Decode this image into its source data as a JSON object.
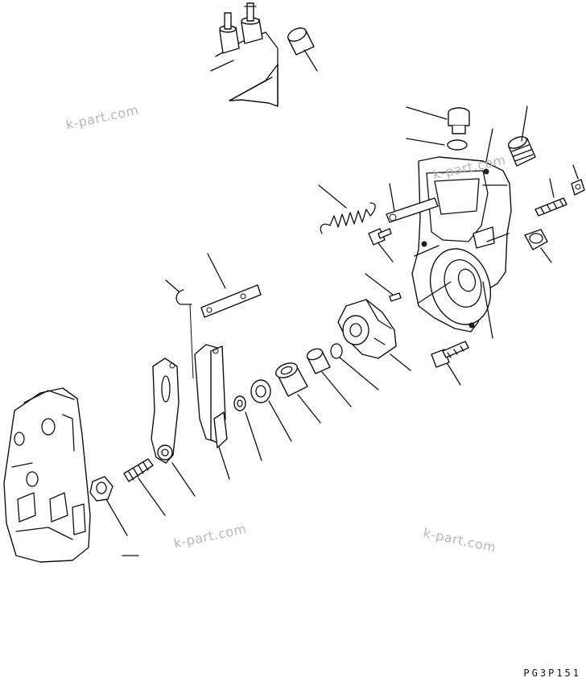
{
  "drawing": {
    "code": "PG3P151",
    "watermarks": [
      "k-part.com",
      "k-part.com",
      "k-part.com",
      "k-part.com"
    ]
  }
}
